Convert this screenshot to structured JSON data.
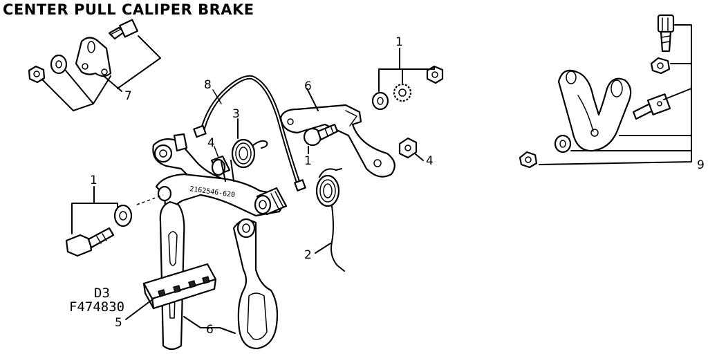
{
  "title": "CENTER PULL CALIPER BRAKE",
  "codes": {
    "line1": "D3",
    "line2": "F474830"
  },
  "arm_stamp": "2162546-620",
  "callouts": {
    "c1_top": "1",
    "c1_mid": "1",
    "c1_left": "1",
    "c2": "2",
    "c3": "3",
    "c4_left": "4",
    "c4_right": "4",
    "c5": "5",
    "c6_top": "6",
    "c6_bottom": "6",
    "c7": "7",
    "c8": "8",
    "c9": "9"
  }
}
